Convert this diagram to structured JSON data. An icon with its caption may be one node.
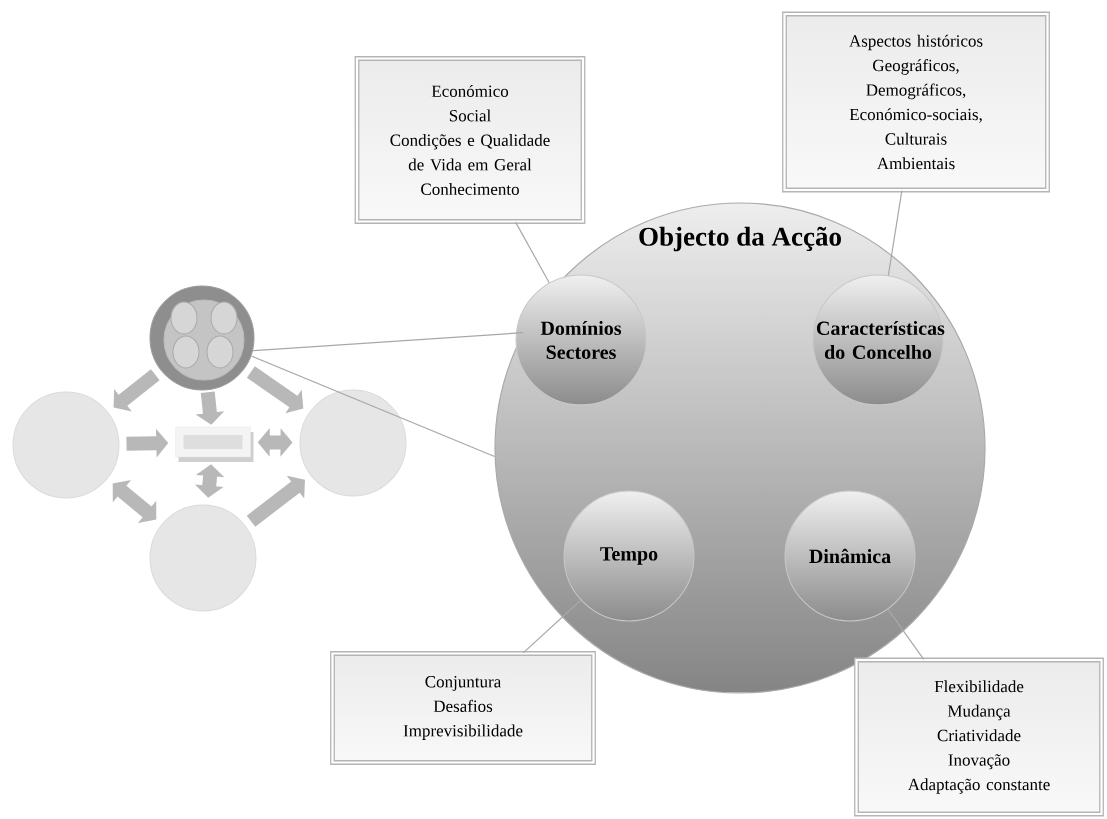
{
  "diagram": {
    "nodes": [
      {
        "text": [
          "Económico",
          "Social",
          "Condições e Qualidade de Vida em Geral",
          "Conhecimento"
        ]
      },
      {
        "text": [
          "Aspectos históricos",
          "Geográficos,",
          "Demográficos,",
          "Económico-sociais,",
          "Culturais",
          "Ambientais"
        ]
      },
      {
        "text": [
          "Objecto da Acção"
        ]
      },
      {
        "text": [
          "Domínios",
          "Sectores"
        ],
        "in": 2
      },
      {
        "text": [
          "Características do Concelho"
        ],
        "in": 2
      },
      {
        "text": [
          "Tempo"
        ],
        "in": 2
      },
      {
        "text": [
          "Dinâmica"
        ],
        "in": 2
      },
      {
        "text": [
          "Conjuntura",
          "Desafios",
          "Imprevisibilidade"
        ]
      },
      {
        "text": [
          "Flexibilidade",
          "Mudança",
          "Criatividade",
          "Inovação",
          "Adaptação constante"
        ]
      },
      {
        "text": [],
        "shape": "circle"
      },
      {
        "text": [],
        "shape": "circle"
      },
      {
        "text": [],
        "shape": "box"
      },
      {
        "text": [],
        "shape": "circle"
      },
      {
        "text": [],
        "shape": "circle"
      }
    ],
    "edges": [
      {
        "from": 0,
        "to": 3,
        "arrow": "none"
      },
      {
        "from": 1,
        "to": 4,
        "arrow": "none"
      },
      {
        "from": 7,
        "to": 5,
        "arrow": "none"
      },
      {
        "from": 8,
        "to": 6,
        "arrow": "none"
      },
      {
        "from": 9,
        "to": 2,
        "arrow": "none"
      },
      {
        "from": 9,
        "to": 2,
        "arrow": "none"
      },
      {
        "from": 9,
        "to": 10,
        "arrow": "to"
      },
      {
        "from": 9,
        "to": 12,
        "arrow": "to"
      },
      {
        "from": 9,
        "to": 11,
        "arrow": "to"
      },
      {
        "from": 10,
        "to": 11,
        "arrow": "to"
      },
      {
        "from": 11,
        "to": 12,
        "arrow": "both"
      },
      {
        "from": 11,
        "to": 13,
        "arrow": "both"
      },
      {
        "from": 10,
        "to": 13,
        "arrow": "both"
      },
      {
        "from": 13,
        "to": 12,
        "arrow": "to"
      }
    ]
  }
}
